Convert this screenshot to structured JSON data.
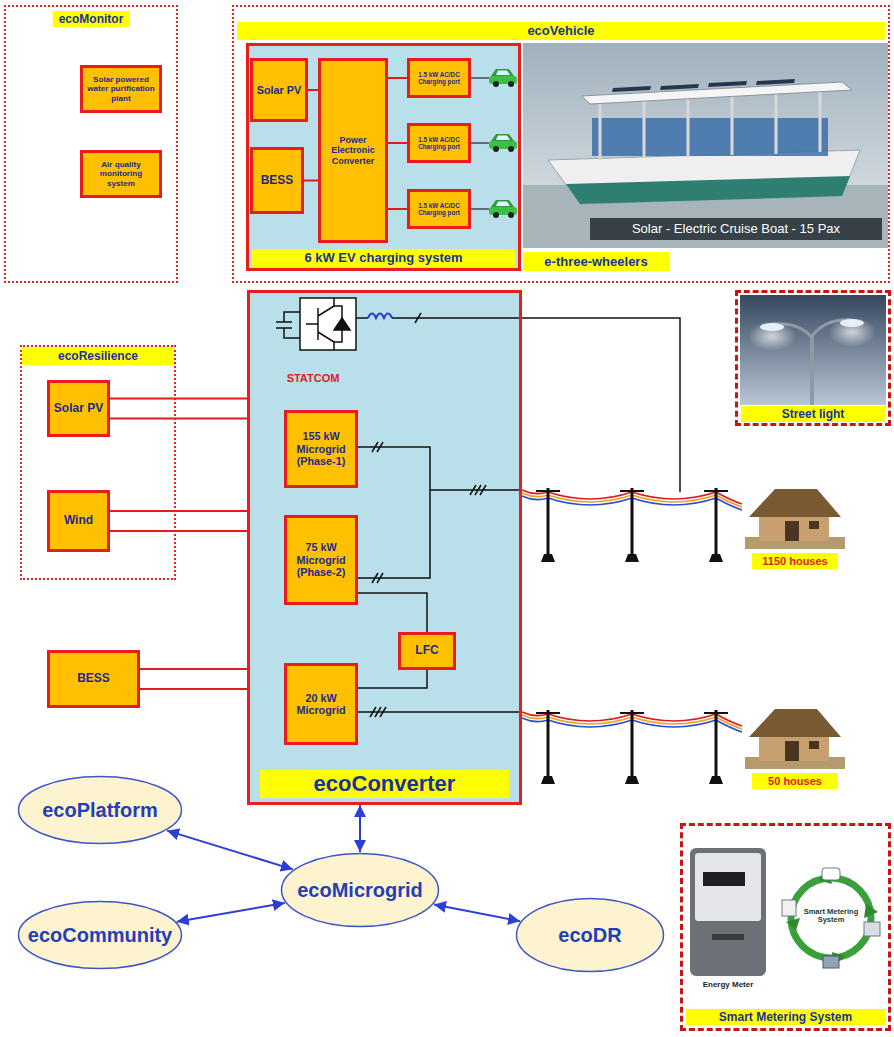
{
  "diagram": {
    "nodes": [
      {
        "text": [
          "ecoMonitor"
        ]
      },
      {
        "text": [
          "Solar powered water purification plant"
        ],
        "in": 0
      },
      {
        "text": [
          "Air quality monitoring system"
        ],
        "in": 0
      },
      {
        "text": [
          "ecoVehicle"
        ]
      },
      {
        "text": [
          "6 kW EV charging system"
        ],
        "in": 3
      },
      {
        "text": [
          "Solar PV"
        ],
        "in": 4
      },
      {
        "text": [
          "BESS"
        ],
        "in": 4
      },
      {
        "text": [
          "Power Electronic Converter"
        ],
        "in": 4
      },
      {
        "text": [
          "1.5 kW AC/DC Charging port"
        ],
        "in": 4
      },
      {
        "text": [
          "1.5 kW AC/DC Charging port"
        ],
        "in": 4
      },
      {
        "text": [
          "1.5 kW AC/DC Charging port"
        ],
        "in": 4
      },
      {
        "text": [
          "ecoResilience"
        ]
      },
      {
        "text": [
          "Solar PV"
        ],
        "in": 11
      },
      {
        "text": [
          "Wind"
        ],
        "in": 11
      },
      {
        "text": [
          "ecoConverter"
        ]
      },
      {
        "text": [
          "155 kW Microgrid (Phase-1)"
        ],
        "in": 14
      },
      {
        "text": [
          "75 kW Microgrid (Phase-2)"
        ],
        "in": 14
      },
      {
        "text": [
          "LFC"
        ],
        "in": 14
      },
      {
        "text": [
          "20 kW Microgrid"
        ],
        "in": 14
      },
      {
        "text": [
          "BESS"
        ]
      },
      {
        "text": [
          "Street light"
        ]
      },
      {
        "text": [
          "ecoPlatform"
        ]
      },
      {
        "text": [
          "ecoMicrogrid"
        ]
      },
      {
        "text": [
          "ecoCommunity"
        ]
      },
      {
        "text": [
          "ecoDR"
        ]
      },
      {
        "text": [
          "Smart Metering System"
        ]
      }
    ],
    "edges": [
      {
        "from": 5,
        "to": 7,
        "arrow": "none"
      },
      {
        "from": 6,
        "to": 7,
        "arrow": "none"
      },
      {
        "from": 7,
        "to": 8,
        "arrow": "none"
      },
      {
        "from": 7,
        "to": 9,
        "arrow": "none"
      },
      {
        "from": 7,
        "to": 10,
        "arrow": "none"
      },
      {
        "from": 12,
        "to": 14,
        "arrow": "none"
      },
      {
        "from": 13,
        "to": 14,
        "arrow": "none"
      },
      {
        "from": 19,
        "to": 14,
        "arrow": "none"
      },
      {
        "from": 16,
        "to": 17,
        "arrow": "none"
      },
      {
        "from": 17,
        "to": 18,
        "arrow": "none"
      },
      {
        "from": 21,
        "to": 22,
        "arrow": "both"
      },
      {
        "from": 23,
        "to": 22,
        "arrow": "both"
      },
      {
        "from": 22,
        "to": 24,
        "arrow": "both"
      },
      {
        "from": 22,
        "to": 14,
        "arrow": "both"
      }
    ],
    "labels": [
      "STATCOM",
      "Solar - Electric Cruise Boat - 15 Pax",
      "e-three-wheelers",
      "1150 houses",
      "50 houses",
      "Energy Meter",
      "Smart Metering System"
    ]
  }
}
